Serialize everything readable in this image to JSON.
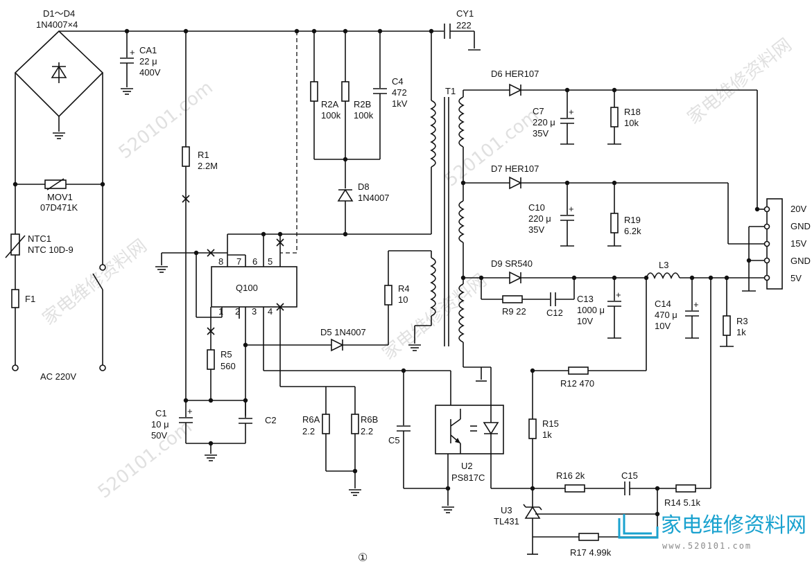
{
  "labels": {
    "bridge": "D1～D4",
    "bridge_val": "1N4007×4",
    "ca1": "CA1",
    "ca1_val1": "22 μ",
    "ca1_val2": "400V",
    "mov1": "MOV1",
    "mov1_val": "07D471K",
    "ntc1": "NTC1",
    "ntc1_val": "NTC 10D-9",
    "f1": "F1",
    "ac": "AC 220V",
    "r1": "R1",
    "r1_val": "2.2M",
    "r2a": "R2A",
    "r2a_val": "100k",
    "r2b": "R2B",
    "r2b_val": "100k",
    "c4": "C4",
    "c4_val1": "472",
    "c4_val2": "1kV",
    "d8": "D8",
    "d8_val": "1N4007",
    "cy1": "CY1",
    "cy1_val": "222",
    "t1": "T1",
    "q100": "Q100",
    "pin8": "8",
    "pin7": "7",
    "pin6": "6",
    "pin5": "5",
    "pin1": "1",
    "pin2": "2",
    "pin3": "3",
    "pin4": "4",
    "r4": "R4",
    "r4_val": "10",
    "d5": "D5  1N4007",
    "r5": "R5",
    "r5_val": "560",
    "c1": "C1",
    "c1_val1": "10 μ",
    "c1_val2": "50V",
    "c2": "C2",
    "r6a": "R6A",
    "r6a_val": "2.2",
    "r6b": "R6B",
    "r6b_val": "2.2",
    "c5": "C5",
    "u2": "U2",
    "u2_val": "PS817C",
    "d6": "D6  HER107",
    "c7": "C7",
    "c7_val1": "220 μ",
    "c7_val2": "35V",
    "r18": "R18",
    "r18_val": "10k",
    "d7": "D7  HER107",
    "c10": "C10",
    "c10_val1": "220 μ",
    "c10_val2": "35V",
    "r19": "R19",
    "r19_val": "6.2k",
    "d9": "D9  SR540",
    "r9": "R9  22",
    "c12": "C12",
    "c13": "C13",
    "c13_val1": "1000 μ",
    "c13_val2": "10V",
    "l3": "L3",
    "c14": "C14",
    "c14_val1": "470 μ",
    "c14_val2": "10V",
    "r3": "R3",
    "r3_val": "1k",
    "r12": "R12  470",
    "r15": "R15",
    "r15_val": "1k",
    "r16": "R16  2k",
    "c15": "C15",
    "r14": "R14  5.1k",
    "u3": "U3",
    "u3_val": "TL431",
    "r17": "R17  4.99k",
    "out_20v": "20V",
    "out_gnd1": "GND",
    "out_15v": "15V",
    "out_gnd2": "GND",
    "out_5v": "5V",
    "fig": "①"
  },
  "watermark": {
    "text_cn": "家电维修资料网",
    "text_url": "520101.com",
    "logo_cn": "家电维修资料网",
    "logo_url": "www.520101.com"
  },
  "colors": {
    "line": "#111111",
    "logo": "#1aa2cf",
    "watermark": "#bcbcbc"
  }
}
